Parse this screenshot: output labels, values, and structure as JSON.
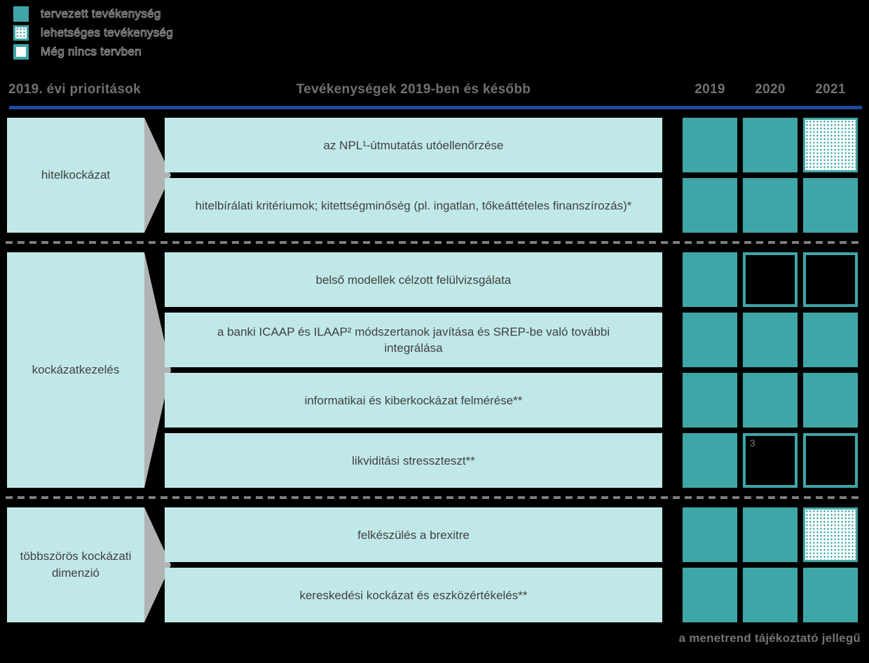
{
  "legend": {
    "items": [
      {
        "label": "tervezett tevékenység",
        "type": "planned"
      },
      {
        "label": "lehetséges tevékenység",
        "type": "possible"
      },
      {
        "label": "Még nincs tervben",
        "type": "not-planned"
      }
    ]
  },
  "header": {
    "col_priorities": "2019. évi prioritások",
    "col_activities": "Tevékenységek 2019-ben és később",
    "years": [
      "2019",
      "2020",
      "2021"
    ]
  },
  "groups": [
    {
      "category": "hitelkockázat",
      "rows": [
        {
          "activity": "az NPL¹-útmutatás utóellenőrzése",
          "cells": [
            "planned",
            "planned",
            "possible"
          ]
        },
        {
          "activity": "hitelbírálati kritériumok; kitettségminőség (pl. ingatlan, tőkeáttételes finanszírozás)*",
          "cells": [
            "planned",
            "planned",
            "planned"
          ]
        }
      ]
    },
    {
      "category": "kockázatkezelés",
      "rows": [
        {
          "activity": "belső modellek célzott felülvizsgálata",
          "cells": [
            "planned",
            "not-planned",
            "not-planned"
          ]
        },
        {
          "activity": "a banki ICAAP és ILAAP² módszertanok javítása és SREP-be való további integrálása",
          "cells": [
            "planned",
            "planned",
            "planned"
          ]
        },
        {
          "activity": "informatikai és kiberkockázat felmérése**",
          "cells": [
            "planned",
            "planned",
            "planned"
          ]
        },
        {
          "activity": "likviditási stresszteszt**",
          "cells": [
            "planned",
            "not-planned",
            "not-planned"
          ],
          "note": "3"
        }
      ]
    },
    {
      "category": "többszörös kockázati dimenzió",
      "rows": [
        {
          "activity": "felkészülés a brexitre",
          "cells": [
            "planned",
            "planned",
            "possible"
          ]
        },
        {
          "activity": "kereskedési kockázat és eszközértékelés**",
          "cells": [
            "planned",
            "planned",
            "planned"
          ]
        }
      ]
    }
  ],
  "footer": {
    "note": "a menetrend tájékoztató jellegű"
  },
  "colors": {
    "background": "#000000",
    "teal": "#3FA6A8",
    "light-teal": "#C1E8E8",
    "blue-rule": "#1E4A9F",
    "arrow-gray": "#B1B2B4",
    "text-dark": "#404041",
    "text-gray": "#6F7173",
    "separator-gray": "#7D7D7D"
  }
}
